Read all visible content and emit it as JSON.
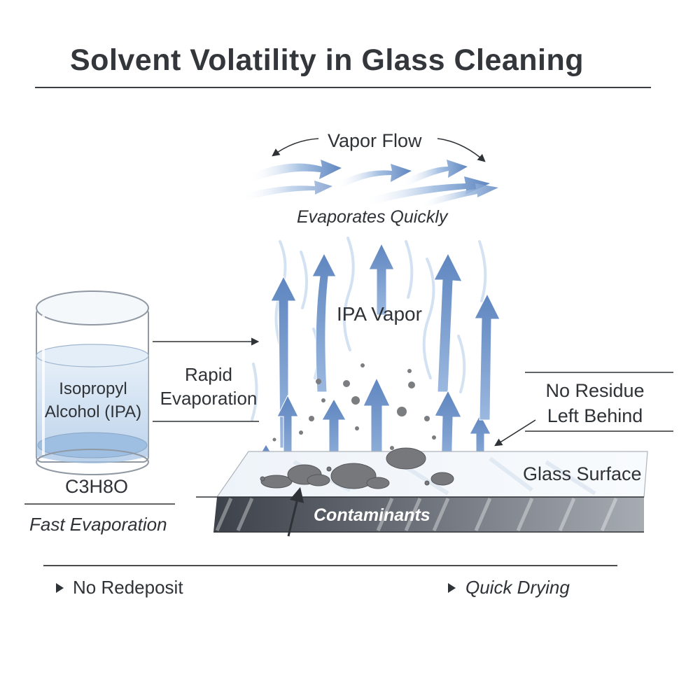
{
  "title": "Solvent Volatility in Glass Cleaning",
  "labels": {
    "vapor_flow": "Vapor Flow",
    "evaporates_quickly": "Evaporates Quickly",
    "ipa_vapor": "IPA Vapor",
    "rapid_line1": "Rapid",
    "rapid_line2": "Evaporation",
    "container_line1": "Isopropyl",
    "container_line2": "Alcohol (IPA)",
    "formula": "C3H8O",
    "fast_evaporation": "Fast Evaporation",
    "no_residue_line1": "No Residue",
    "no_residue_line2": "Left Behind",
    "glass_surface": "Glass Surface",
    "contaminants": "Contaminants"
  },
  "bullets": [
    "No Redeposit",
    "Quick Drying"
  ],
  "icons": {
    "bullet": "triangle-bullet-icon",
    "arrow": "arrow-right-icon"
  },
  "colors": {
    "vapor_blue": "#6f93c8",
    "vapor_light": "#c9dbef",
    "liquid_blue": "#a8c6e6",
    "glass_dark": "#4a4f58",
    "contaminant_gray": "#7b7d80",
    "text": "#2f3236"
  }
}
